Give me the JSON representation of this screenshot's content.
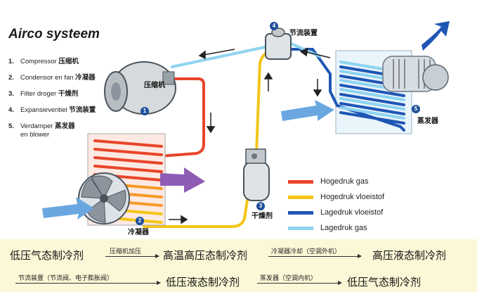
{
  "title": "Airco systeem",
  "components": [
    {
      "num": "1.",
      "label": "Compressor",
      "label_cn": "压缩机"
    },
    {
      "num": "2.",
      "label": "Condensor en fan",
      "label_cn": "冷凝器"
    },
    {
      "num": "3.",
      "label": "Filter droger",
      "label_cn": "干燥剂"
    },
    {
      "num": "4.",
      "label": "Expansieventiel",
      "label_cn": "节流装置"
    },
    {
      "num": "5.",
      "label": "Verdamper",
      "label_cn": "蒸发器",
      "label2": "en blower"
    }
  ],
  "callouts": {
    "compressor": "压缩机",
    "expansion": "节流装置",
    "evaporator": "蒸发器",
    "drier": "干燥剂",
    "condenser": "冷凝器"
  },
  "badges": [
    "1",
    "2",
    "3",
    "4",
    "5"
  ],
  "legend": [
    {
      "label": "Hogedruk gas",
      "color": "#e8452a"
    },
    {
      "label": "Hogedruk vloeistof",
      "color": "#f5c518"
    },
    {
      "label": "Lagedruk vloeistof",
      "color": "#1f56b4"
    },
    {
      "label": "Lagedruk gas",
      "color": "#8ed4f0"
    }
  ],
  "flow": {
    "row1": {
      "s1": "低压气态制冷剂",
      "a1": "压缩机加压",
      "s2": "高温高压态制冷剂",
      "a2": "冷凝器冷却（空调外机）",
      "s3": "高压液态制冷剂"
    },
    "row2": {
      "a1": "节流装置（节流阀、电子膨胀阀）",
      "s1": "低压液态制冷剂",
      "a2": "蒸发器（空调内机）",
      "s2": "低压气态制冷剂"
    }
  }
}
